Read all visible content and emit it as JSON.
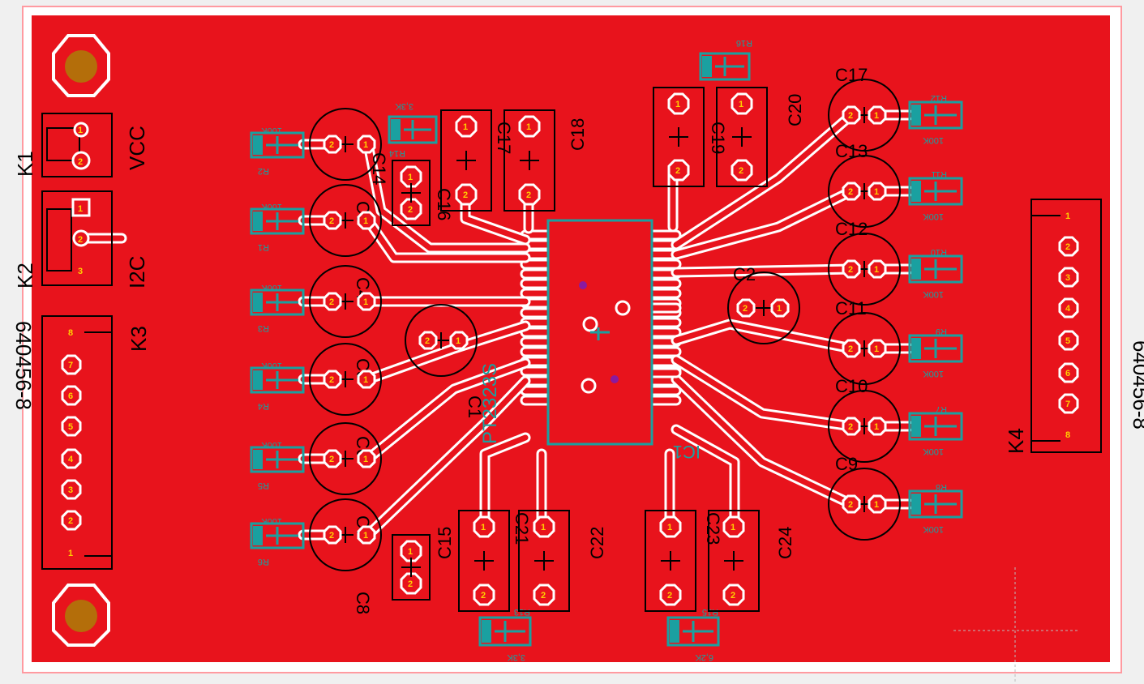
{
  "app": {
    "background": "#f0f0f0",
    "board_color": "#e8131c",
    "outline_color": "#ff9aa0",
    "copper_color": "#ffffff",
    "pad_color": "#b46e0a",
    "silk_color": "#000000",
    "teal_color": "#1aa0a0"
  },
  "connectors": {
    "K1": {
      "ref": "K1",
      "name": "VCC",
      "pins": [
        "1",
        "2"
      ]
    },
    "K2": {
      "ref": "K2",
      "name": "I2C",
      "pins": [
        "1",
        "2",
        "3"
      ]
    },
    "K3": {
      "ref": "K3",
      "name": "640456-8",
      "pins": [
        "8",
        "7",
        "6",
        "5",
        "4",
        "3",
        "2",
        "1"
      ]
    },
    "K4": {
      "ref": "K4",
      "name": "640456-8",
      "pins": [
        "1",
        "2",
        "3",
        "4",
        "5",
        "6",
        "7",
        "8"
      ]
    }
  },
  "ic": {
    "ref": "IC1",
    "part": "PT2323S"
  },
  "caps_left": [
    {
      "ref": "C3"
    },
    {
      "ref": "C4"
    },
    {
      "ref": "C5"
    },
    {
      "ref": "C6"
    },
    {
      "ref": "C7"
    },
    {
      "ref": "C8"
    }
  ],
  "caps_right": [
    {
      "ref": "C17"
    },
    {
      "ref": "C13"
    },
    {
      "ref": "C12"
    },
    {
      "ref": "C11"
    },
    {
      "ref": "C10"
    },
    {
      "ref": "C9"
    }
  ],
  "caps_misc": {
    "c1": "C1",
    "c2": "C2"
  },
  "resistors_left": [
    {
      "ref": "R2",
      "value": "100K"
    },
    {
      "ref": "R1",
      "value": "100K"
    },
    {
      "ref": "R3",
      "value": "100K"
    },
    {
      "ref": "R4",
      "value": "100K"
    },
    {
      "ref": "R5",
      "value": "100K"
    },
    {
      "ref": "R6",
      "value": "100K"
    }
  ],
  "resistors_right": [
    {
      "ref": "R12",
      "value": "100K"
    },
    {
      "ref": "R11",
      "value": "100K"
    },
    {
      "ref": "R10",
      "value": "100K"
    },
    {
      "ref": "R9",
      "value": "100K"
    },
    {
      "ref": "R7",
      "value": "100K"
    },
    {
      "ref": "R8",
      "value": "100K"
    }
  ],
  "resistors_misc": {
    "r14": {
      "ref": "R14",
      "value": "3,3K"
    },
    "r16": {
      "ref": "R16"
    },
    "r13": {
      "ref": "R13",
      "value": "3,3K"
    },
    "r15": {
      "ref": "R15",
      "value": "6,2K"
    }
  },
  "smd_caps": {
    "c14": "C14",
    "c16": "C16",
    "c18": "C18",
    "c19": "C19",
    "c20": "C20",
    "c15": "C15",
    "c21": "C21",
    "c22": "C22",
    "c23": "C23",
    "c24": "C24"
  },
  "pad_numbers": {
    "one": "1",
    "two": "2"
  }
}
